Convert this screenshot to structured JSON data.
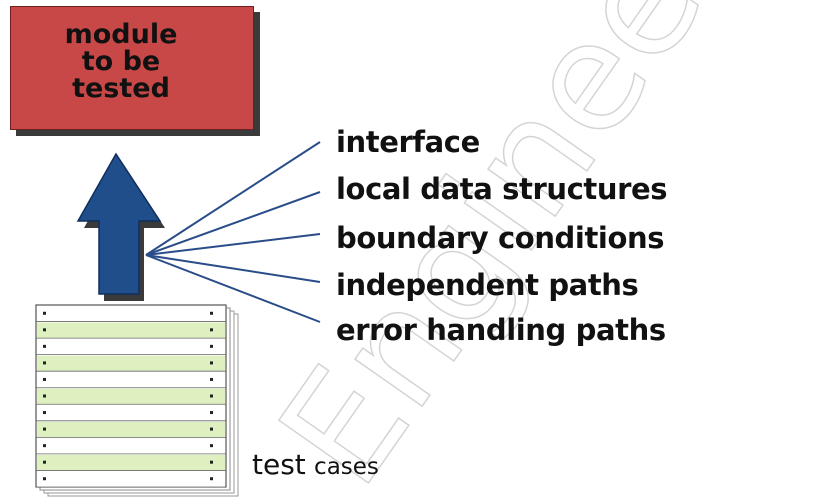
{
  "module": {
    "label": "module\nto be\ntested",
    "fill_color": "#c84848"
  },
  "arrow": {
    "icon": "up-arrow-icon",
    "color": "#1f4e8a"
  },
  "features": {
    "items": [
      "interface",
      "local data structures",
      "boundary conditions",
      "independent paths",
      "error handling paths"
    ],
    "line_color": "#2a4d8a"
  },
  "test_cases": {
    "label_word1": "test",
    "label_word2": "cases",
    "icon": "test-cases-stack-icon",
    "highlight_color": "#dff0c0"
  },
  "watermark": {
    "text": "Engineering",
    "color": "#d9d9d9"
  }
}
